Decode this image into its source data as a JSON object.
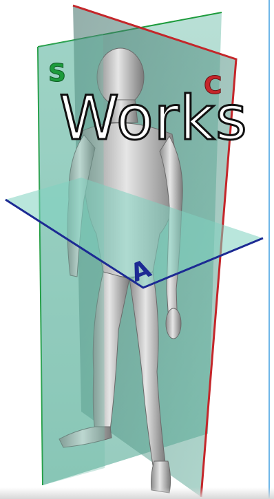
{
  "figure": {
    "plane_labels": {
      "sagittal": "S",
      "coronal": "C",
      "axial": "A"
    },
    "overlay_text": "Works"
  },
  "colors": {
    "sagittal_edge": "#1d9b3c",
    "coronal_edge": "#c4262a",
    "axial_edge": "#1c2a93",
    "plane_fill": "#66b8a6",
    "body_skin": "#bfbfbf",
    "edge_accent": "#6fb6e8"
  },
  "icons": [
    "human-figure-icon"
  ]
}
